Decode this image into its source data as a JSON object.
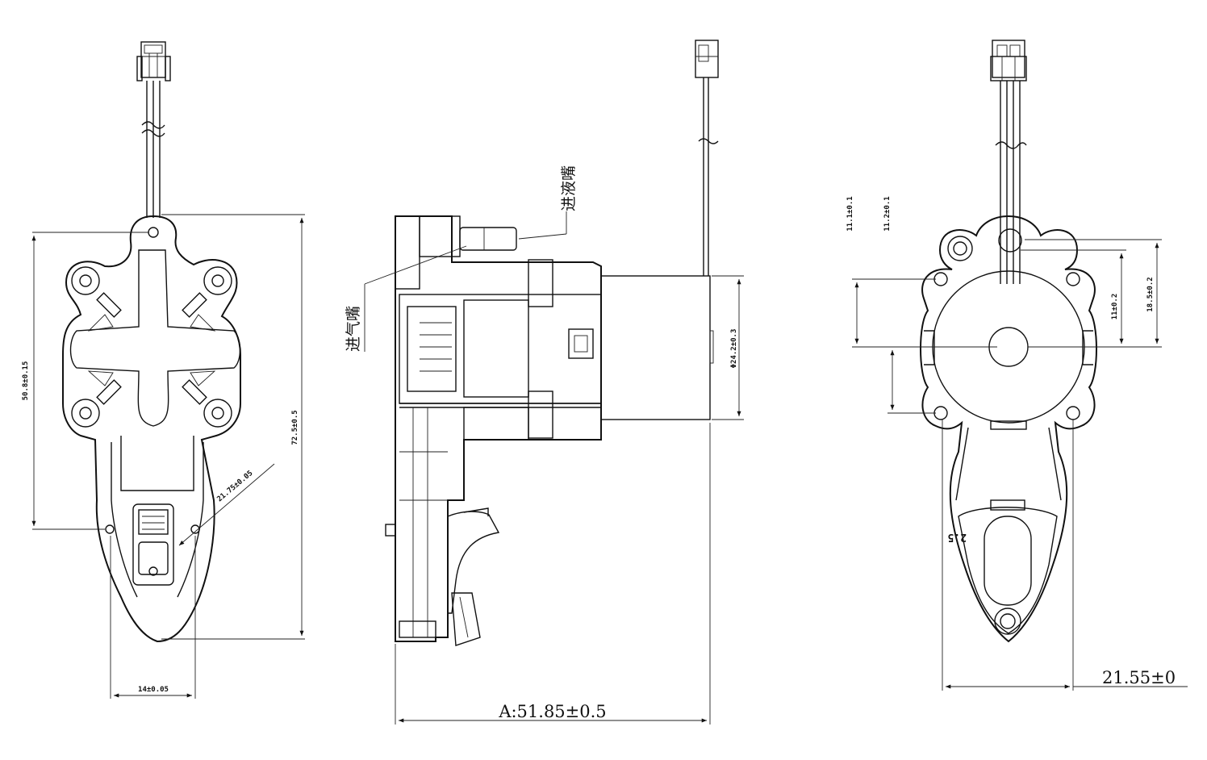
{
  "labels": {
    "liquid_inlet": "进液嘴",
    "air_inlet": "进气嘴",
    "part_mark": "2.5"
  },
  "dimensions": {
    "front_height_inner": "50.8±0.15",
    "front_height_total": "72.5±0.5",
    "front_diagonal": "21.75±0.05",
    "front_width": "14±0.05",
    "side_length": "A:51.85±0.5",
    "motor_diameter": "Φ24.2±0.3",
    "rear_11_1": "11.1±0.1",
    "rear_11_2": "11.2±0.1",
    "rear_11": "11±0.2",
    "rear_18_5": "18.5±0.2",
    "rear_width": "21.55±0"
  },
  "colors": {
    "line": "#111111",
    "background": "#ffffff"
  }
}
